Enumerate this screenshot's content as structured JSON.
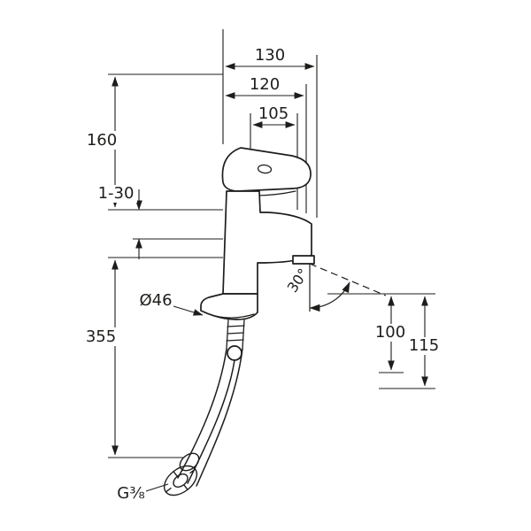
{
  "colors": {
    "ink": "#1d1d1b",
    "background": "#ffffff"
  },
  "dimensions": {
    "width_130": "130",
    "width_120": "120",
    "width_105": "105",
    "height_160": "160",
    "range_1_30": "1-30",
    "diameter_46": "Ø46",
    "depth_355": "355",
    "angle_30": "30°",
    "height_100": "100",
    "height_115": "115",
    "thread_g38": "G⅜"
  }
}
